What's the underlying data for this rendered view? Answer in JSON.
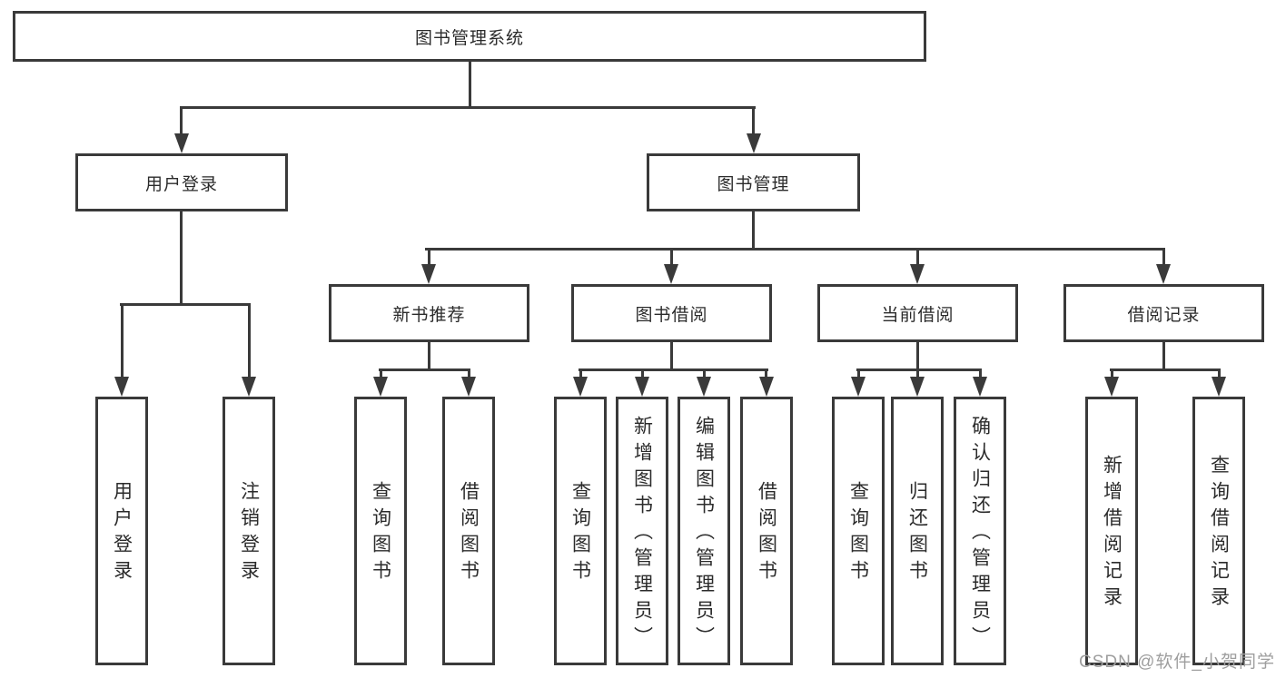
{
  "diagram": {
    "root": {
      "label": "图书管理系统"
    },
    "children": [
      {
        "label": "用户登录",
        "children": [
          {
            "label": "用户登录"
          },
          {
            "label": "注销登录"
          }
        ]
      },
      {
        "label": "图书管理",
        "children": [
          {
            "label": "新书推荐",
            "children": [
              {
                "label": "查询图书"
              },
              {
                "label": "借阅图书"
              }
            ]
          },
          {
            "label": "图书借阅",
            "children": [
              {
                "label": "查询图书"
              },
              {
                "label": "新增图书（管理员）"
              },
              {
                "label": "编辑图书（管理员）"
              },
              {
                "label": "借阅图书"
              }
            ]
          },
          {
            "label": "当前借阅",
            "children": [
              {
                "label": "查询图书"
              },
              {
                "label": "归还图书"
              },
              {
                "label": "确认归还（管理员）"
              }
            ]
          },
          {
            "label": "借阅记录",
            "children": [
              {
                "label": "新增借阅记录"
              },
              {
                "label": "查询借阅记录"
              }
            ]
          }
        ]
      }
    ]
  },
  "watermark": "CSDN @软件_小贺同学",
  "colors": {
    "line": "#3a3a3a",
    "text": "#2b2b2b",
    "watermark": "#9e9e9e",
    "background": "#ffffff"
  }
}
